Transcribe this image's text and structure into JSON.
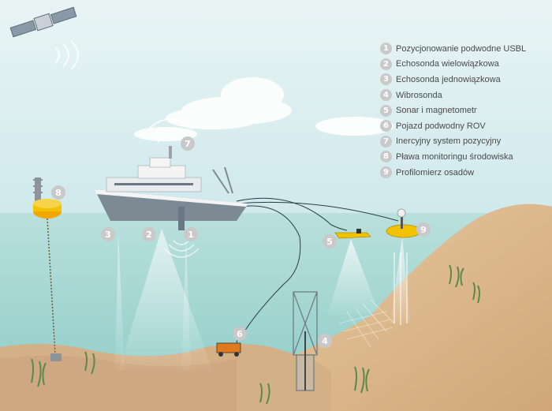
{
  "legend": [
    {
      "num": "1",
      "label": "Pozycjonowanie podwodne USBL"
    },
    {
      "num": "2",
      "label": "Echosonda wielowiązkowa"
    },
    {
      "num": "3",
      "label": "Echosonda jednowiązkowa"
    },
    {
      "num": "4",
      "label": "Wibrosonda"
    },
    {
      "num": "5",
      "label": "Sonar i magnetometr"
    },
    {
      "num": "6",
      "label": "Pojazd podwodny ROV"
    },
    {
      "num": "7",
      "label": "Inercyjny system pozycyjny"
    },
    {
      "num": "8",
      "label": "Pława monitoringu środowiska"
    },
    {
      "num": "9",
      "label": "Profilomierz osadów"
    }
  ],
  "markers": {
    "m1": "1",
    "m2": "2",
    "m3": "3",
    "m4": "4",
    "m5": "5",
    "m6": "6",
    "m7": "7",
    "m8": "8",
    "m9": "9"
  },
  "colors": {
    "sky_top": "#d6ecef",
    "water": "#a9d8d6",
    "seabed": "#d9b98f",
    "marker": "#c9c9c9",
    "equipment_yellow": "#f2c200"
  }
}
